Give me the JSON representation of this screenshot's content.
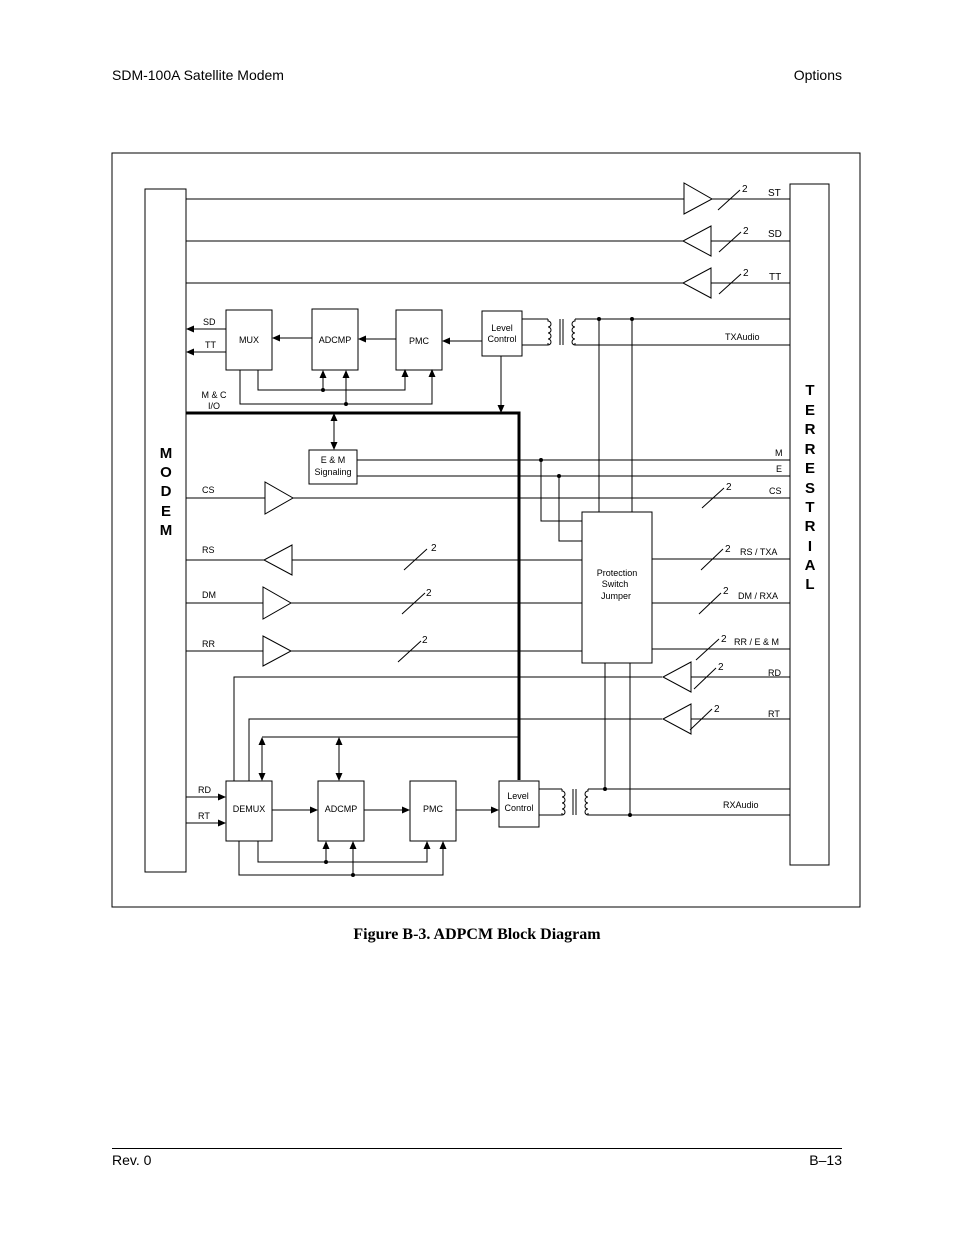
{
  "header": {
    "left": "SDM-100A Satellite Modem",
    "right": "Options"
  },
  "footer": {
    "left": "Rev. 0",
    "right": "B–13"
  },
  "caption": "Figure B-3.  ADPCM Block Diagram",
  "diagram": {
    "modem_letters": [
      "M",
      "O",
      "D",
      "E",
      "M"
    ],
    "terrestrial_letters": [
      "T",
      "E",
      "R",
      "R",
      "E",
      "S",
      "T",
      "R",
      "I",
      "A",
      "L"
    ],
    "blocks": {
      "mux": "MUX",
      "adcmp_tx": "ADCMP",
      "pmc_tx": "PMC",
      "level_tx": [
        "Level",
        "Control"
      ],
      "em": [
        "E & M",
        "Signaling"
      ],
      "protection": [
        "Protection",
        "Switch",
        "Jumper"
      ],
      "demux": "DEMUX",
      "adcmp_rx": "ADCMP",
      "pmc_rx": "PMC",
      "level_rx": [
        "Level",
        "Control"
      ]
    },
    "modem_labels": {
      "sd": "SD",
      "tt": "TT",
      "mc": [
        "M & C",
        "I/O"
      ],
      "cs": "CS",
      "rs": "RS",
      "dm": "DM",
      "rr": "RR",
      "rd": "RD",
      "rt": "RT"
    },
    "terrestrial_labels": {
      "st": "ST",
      "sd": "SD",
      "tt": "TT",
      "txaudio": "TXAudio",
      "m": "M",
      "e": "E",
      "cs": "CS",
      "rs_txa": "RS / TXA",
      "dm_rxa": "DM / RXA",
      "rr_em": "RR / E & M",
      "rd": "RD",
      "rt": "RT",
      "rxaudio": "RXAudio"
    },
    "bus_width": "2"
  }
}
